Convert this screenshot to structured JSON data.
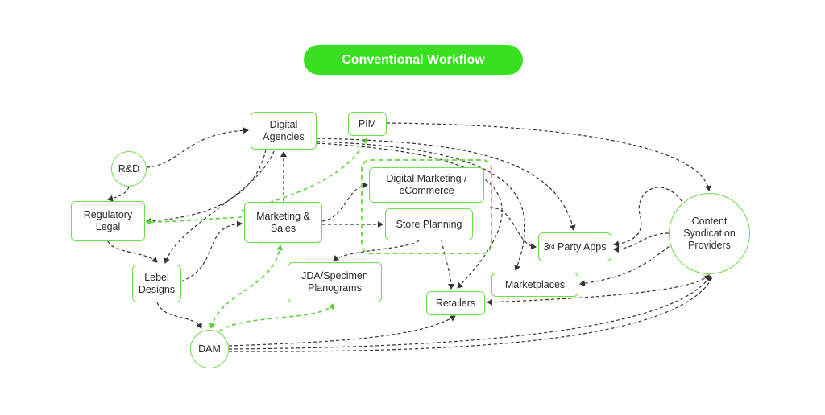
{
  "title": "Conventional Workflow",
  "colors": {
    "accent": "#39e01f",
    "node_border": "#6fdc4a",
    "arrow_dark": "#333333",
    "arrow_green": "#5ad13a"
  },
  "nodes": {
    "rd": "R&D",
    "regulatory_legal": "Regulatory\nLegal",
    "digital_agencies": "Digital\nAgencies",
    "pim": "PIM",
    "digital_marketing": "Digital Marketing /\neCommerce",
    "store_planning": "Store Planning",
    "marketing_sales": "Marketing &\nSales",
    "lebel_designs": "Lebel\nDesigns",
    "jda_planograms": "JDA/Specimen\nPlanograms",
    "third_party_base": "3",
    "third_party_sup": "rd",
    "third_party_rest": " Party Apps",
    "marketplaces": "Marketplaces",
    "retailers": "Retailers",
    "content_syndication": "Content\nSyndication\nProviders",
    "dam": "DAM"
  }
}
